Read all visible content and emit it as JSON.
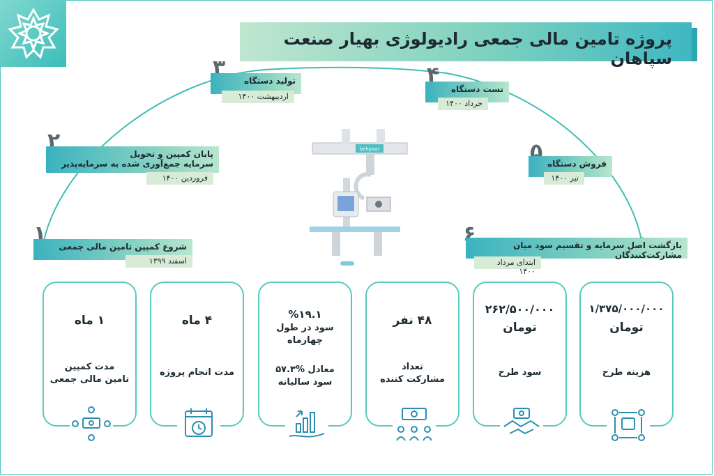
{
  "title": "پروژه تامین مالی جمعی رادیولوژی بهیار صنعت سپاهان",
  "milestones": [
    {
      "num": "۱",
      "title": "شروع کمپین تامین مالی جمعی",
      "title2": "",
      "date": "اسفند ۱۳۹۹"
    },
    {
      "num": "۲",
      "title": "پایان کمپین و تحویل",
      "title2": "سرمایه جمع‌آوری شده به سرمایه‌پذیر",
      "date": "فروردین ۱۴۰۰"
    },
    {
      "num": "۳",
      "title": "تولید دستگاه",
      "title2": "",
      "date": "اردیبهشت ۱۴۰۰"
    },
    {
      "num": "۴",
      "title": "تست دستگاه",
      "title2": "",
      "date": "خرداد ۱۴۰۰"
    },
    {
      "num": "۵",
      "title": "فروش دستگاه",
      "title2": "",
      "date": "تیر ۱۴۰۰"
    },
    {
      "num": "۶",
      "title": "بازگشت اصل سرمایه و تقسیم سود میان مشارکت‌کنندگان",
      "title2": "",
      "date": "ابتدای مرداد ۱۴۰۰"
    }
  ],
  "device_brand": "behyaar",
  "cards": [
    {
      "value": "۱ ماه",
      "value2": "",
      "label": "مدت کمپین",
      "label2": "تامین مالی جمعی",
      "icon": "crowd-money-icon"
    },
    {
      "value": "۴ ماه",
      "value2": "",
      "label": "مدت انجام پروژه",
      "label2": "",
      "icon": "calendar-clock-icon"
    },
    {
      "value": "%۱۹.۱",
      "value2": "سود در طول چهارماه",
      "label": "معادل %۵۷.۳",
      "label2": "سود سالیانه",
      "icon": "growth-chart-hand-icon"
    },
    {
      "value": "۴۸ نفر",
      "value2": "",
      "label": "تعداد",
      "label2": "مشارکت کننده",
      "icon": "people-network-icon"
    },
    {
      "value": "۲۶۲/۵۰۰/۰۰۰",
      "value2": "تومان",
      "label": "سود طرح",
      "label2": "",
      "icon": "handshake-money-icon"
    },
    {
      "value": "۱/۳۷۵/۰۰۰/۰۰۰",
      "value2": "تومان",
      "label": "هزینه طرح",
      "label2": "",
      "icon": "cost-cycle-icon"
    }
  ]
}
